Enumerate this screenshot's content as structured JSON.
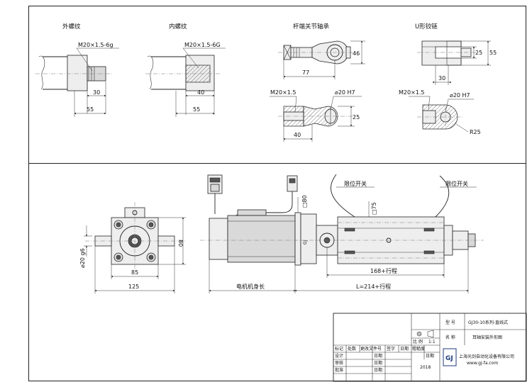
{
  "top_details": {
    "external_thread": {
      "title": "外螺纹",
      "thread": "M20×1.5-6g",
      "dim_thread_len": "30",
      "dim_total": "55"
    },
    "internal_thread": {
      "title": "内螺纹",
      "thread": "M20×1.5-6G",
      "dim_thread_len": "40",
      "dim_total": "55"
    },
    "rod_end_bearing": {
      "title": "杆端关节轴承",
      "dim_height": "46",
      "dim_length": "77",
      "thread": "M20×1.5",
      "bore": "⌀20 H7",
      "dim_width": "25",
      "dim_thread_len": "40"
    },
    "clevis": {
      "title": "U形铰链",
      "dim_slot": "25",
      "dim_height": "55",
      "dim_depth": "30",
      "thread": "M20×1.5",
      "bore": "⌀20 H7",
      "radius": "R25"
    }
  },
  "main_view": {
    "left_view": {
      "dim_width_85": "85",
      "dim_width_125": "125",
      "dim_height_80": "80",
      "dim_shaft": "⌀20 g6"
    },
    "side_view": {
      "limit_switch_left": "限位开关",
      "limit_switch_right": "限位开关",
      "dim_motor_square": "□80",
      "dim_tube_square": "□75",
      "dim_stroke_168": "168+行程",
      "label_motor_len": "电机机身长",
      "label_total": "L=214+行程"
    }
  },
  "title_block": {
    "model_label": "型 号",
    "model_value": "GJ30-10系列-直线式",
    "name_label": "名 称",
    "name_value": "耳轴安装外形图",
    "scale_label": "比 例",
    "scale_value": "1:1",
    "date_label": "日期",
    "year": "2018",
    "company": "上海光剑自动化设备有限公司",
    "website": "www.gj-fa.com",
    "header_cells": [
      "标记",
      "处数",
      "更改文件号",
      "签字",
      "日期",
      "粗糙度"
    ],
    "rows": [
      {
        "left": "设计",
        "mid": "日期"
      },
      {
        "left": "审核",
        "mid": "日期"
      },
      {
        "left": "批准",
        "mid": "日期"
      }
    ]
  }
}
